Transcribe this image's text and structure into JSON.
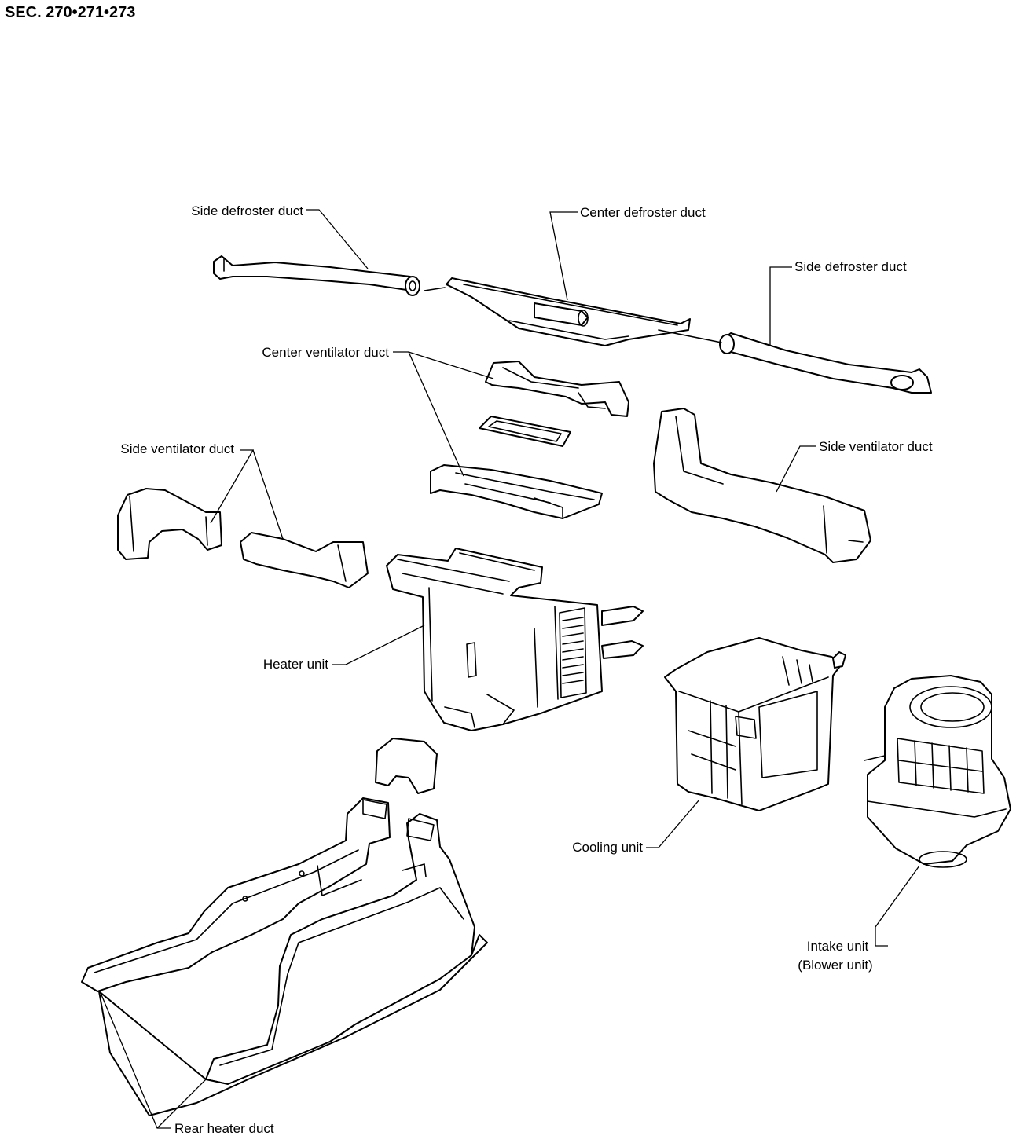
{
  "section_code": "SEC. 270•271•273",
  "labels": {
    "side_defroster_left": "Side defroster duct",
    "center_defroster": "Center defroster duct",
    "side_defroster_right": "Side defroster duct",
    "center_ventilator": "Center ventilator duct",
    "side_ventilator_left": "Side ventilator duct",
    "side_ventilator_right": "Side ventilator duct",
    "heater_unit": "Heater unit",
    "cooling_unit": "Cooling unit",
    "intake_unit_line1": "Intake unit",
    "intake_unit_line2": "(Blower unit)",
    "rear_heater": "Rear heater duct"
  }
}
